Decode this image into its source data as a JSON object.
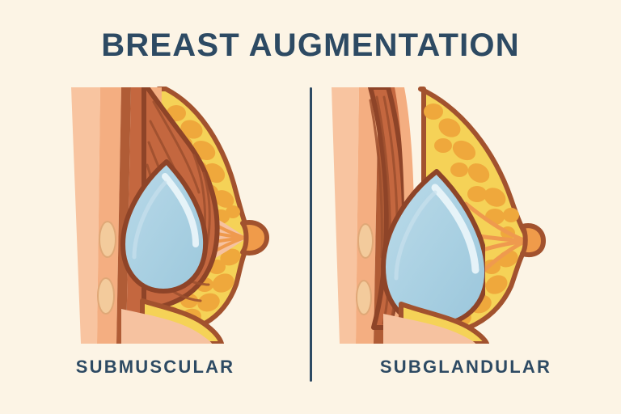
{
  "poster": {
    "title": "BREAST AUGMENTATION",
    "background_color": "#fcf4e5",
    "title_color": "#2d4a63"
  },
  "divider": {
    "name": "vertical-divider",
    "color": "#2d4a63"
  },
  "panels": [
    {
      "id": "submuscular",
      "label": "SUBMUSCULAR",
      "implant_placement": "behind the pectoral muscle",
      "layers": [
        "skin",
        "fat",
        "muscle",
        "rib",
        "implant",
        "glandular tissue",
        "nipple"
      ]
    },
    {
      "id": "subglandular",
      "label": "SUBGLANDULAR",
      "implant_placement": "in front of the pectoral muscle, behind the gland",
      "layers": [
        "skin",
        "fat",
        "muscle",
        "rib",
        "implant",
        "glandular tissue",
        "nipple"
      ]
    }
  ],
  "palette": {
    "background": "#fcf4e5",
    "skin": "#f4ae81",
    "skin_light": "#f8c4a0",
    "skin_dark": "#e08f63",
    "muscle": "#c4673f",
    "muscle_dark": "#a04f2e",
    "muscle_line": "#8e4428",
    "fat": "#f5d257",
    "fat_lobule": "#efa83c",
    "rib": "#f3cb9c",
    "implant": "#a9d0e2",
    "implant_edge": "#8bbdd4",
    "implant_highlight": "#e4f2f8",
    "outline": "#9d4f2e",
    "nipple": "#f09b4a",
    "duct": "#ef9a4e",
    "navy": "#2d4a63"
  }
}
